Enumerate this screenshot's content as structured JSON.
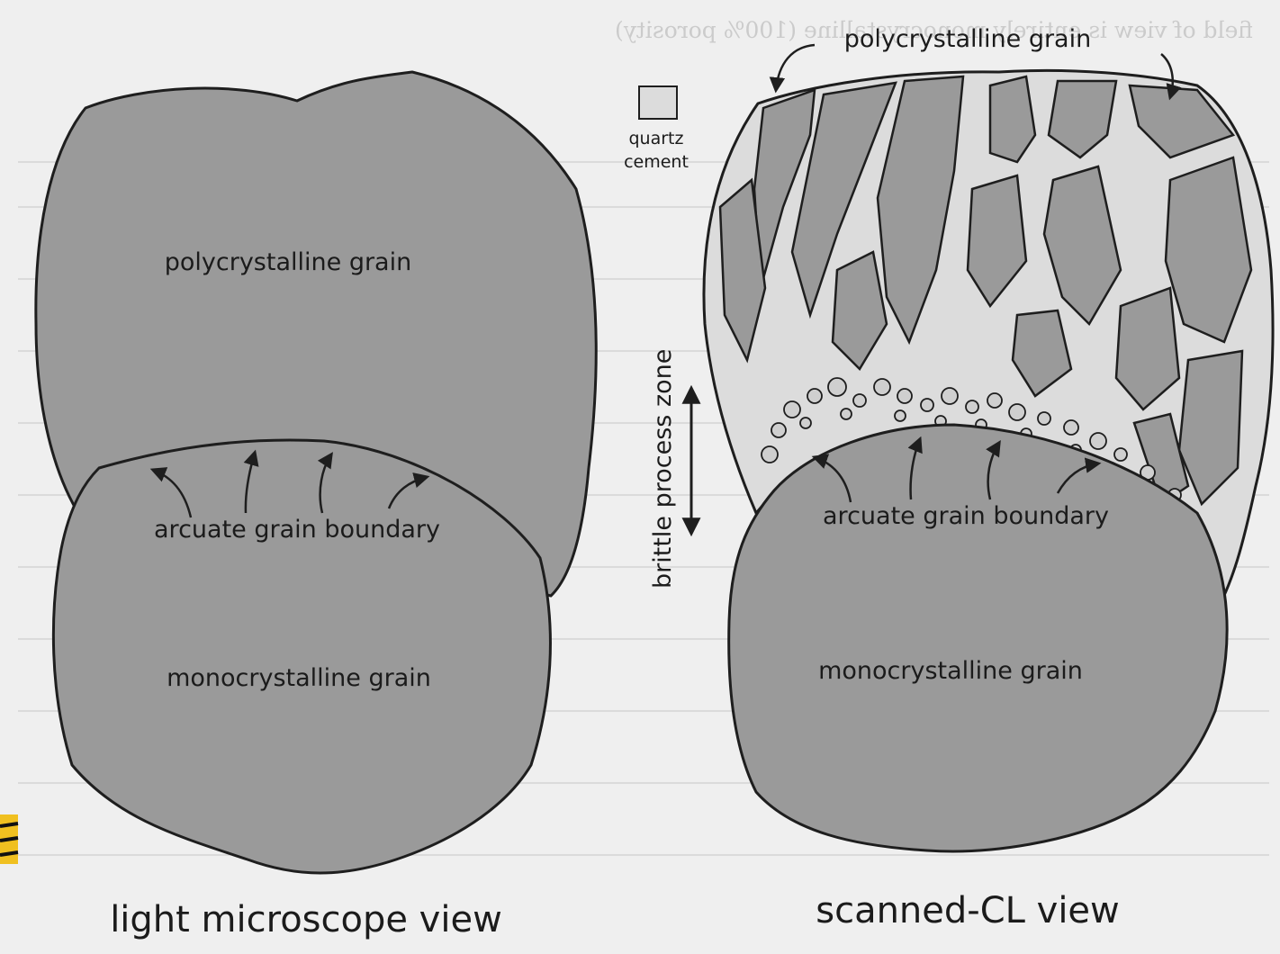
{
  "colors": {
    "background": "#efefef",
    "grain_fill": "#9a9a9a",
    "cement_fill": "#dcdcdc",
    "outline": "#1e1e1e",
    "bleed_text": "#8a8a8a"
  },
  "icons": [
    "curved-arrow-icon",
    "double-headed-arrow-icon"
  ],
  "left_panel": {
    "upper_grain_label": "polycrystalline grain",
    "boundary_label": "arcuate grain boundary",
    "lower_grain_label": "monocrystalline grain",
    "view_title": "light microscope view"
  },
  "right_panel": {
    "upper_grain_label": "polycrystalline grain",
    "boundary_label": "arcuate grain boundary",
    "lower_grain_label": "monocrystalline grain",
    "view_title": "scanned-CL view"
  },
  "legend": {
    "line1": "quartz",
    "line2": "cement"
  },
  "zone_label": "brittle process zone",
  "bleed_through_text": "field of view is entirely monocrystalline (100% porosity)"
}
